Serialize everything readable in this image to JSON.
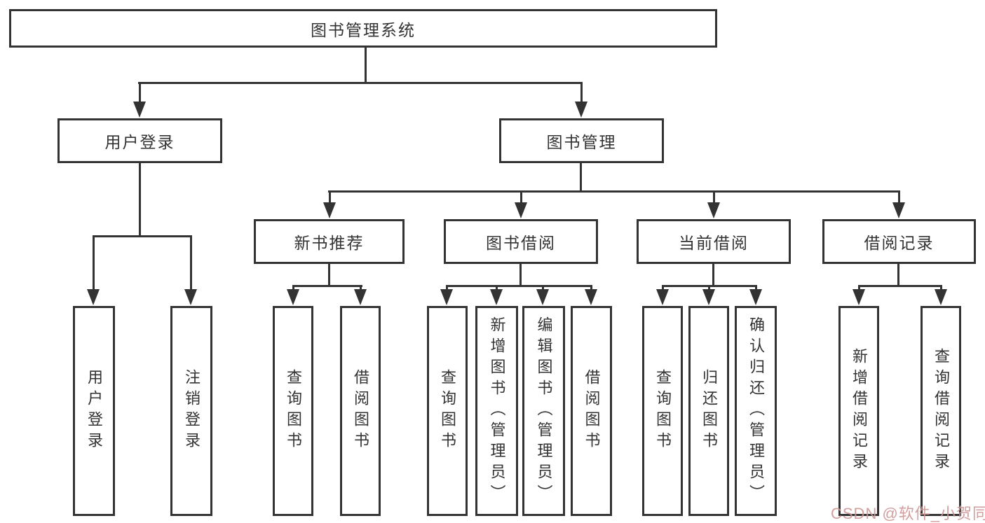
{
  "colors": {
    "line": "#333333",
    "text": "#333333",
    "box_fill": "#ffffff",
    "background": "#ffffff",
    "watermark": "#cf9696"
  },
  "nodes": {
    "root": {
      "label": "图书管理系统"
    },
    "user_login": {
      "label": "用户登录"
    },
    "book_mgmt": {
      "label": "图书管理"
    },
    "ul_login": {
      "label": "用户登录"
    },
    "ul_logout": {
      "label": "注销登录"
    },
    "new_rec": {
      "label": "新书推荐"
    },
    "nr_query": {
      "label": "查询图书"
    },
    "nr_borrow": {
      "label": "借阅图书"
    },
    "borrow": {
      "label": "图书借阅"
    },
    "b_query": {
      "label": "查询图书"
    },
    "b_add": {
      "label": "新增图书（管理员）"
    },
    "b_edit": {
      "label": "编辑图书（管理员）"
    },
    "b_borrow": {
      "label": "借阅图书"
    },
    "current": {
      "label": "当前借阅"
    },
    "c_query": {
      "label": "查询图书"
    },
    "c_return": {
      "label": "归还图书"
    },
    "c_confirm": {
      "label": "确认归还（管理员）"
    },
    "history": {
      "label": "借阅记录"
    },
    "h_add": {
      "label": "新增借阅记录"
    },
    "h_query": {
      "label": "查询借阅记录"
    }
  },
  "hierarchy": {
    "图书管理系统": {
      "用户登录": [
        "用户登录",
        "注销登录"
      ],
      "图书管理": {
        "新书推荐": [
          "查询图书",
          "借阅图书"
        ],
        "图书借阅": [
          "查询图书",
          "新增图书（管理员）",
          "编辑图书（管理员）",
          "借阅图书"
        ],
        "当前借阅": [
          "查询图书",
          "归还图书",
          "确认归还（管理员）"
        ],
        "借阅记录": [
          "新增借阅记录",
          "查询借阅记录"
        ]
      }
    }
  },
  "watermark": {
    "text": "CSDN @软件_小贺同学"
  }
}
